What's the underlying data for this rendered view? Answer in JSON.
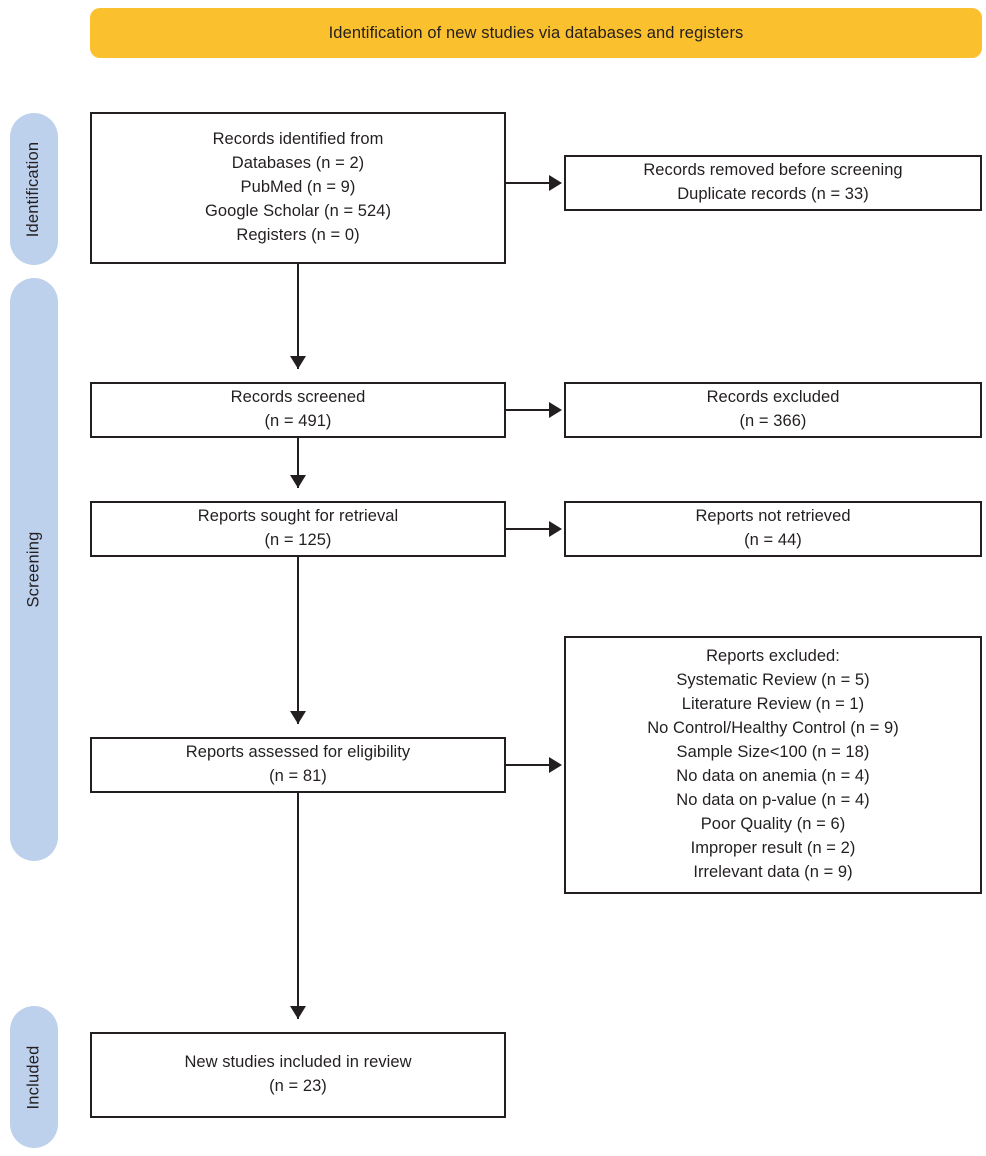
{
  "banner": {
    "title": "Identification of new studies via databases and registers",
    "color": "#FBC02D"
  },
  "stages": {
    "color": "#BDD0EC",
    "identification": "Identification",
    "screening": "Screening",
    "included": "Included"
  },
  "boxes": {
    "identified": {
      "lines": [
        "Records identified from",
        "Databases (n = 2)",
        "PubMed (n = 9)",
        "Google Scholar (n = 524)",
        "Registers (n = 0)"
      ]
    },
    "removed": {
      "lines": [
        "Records removed before screening",
        "Duplicate records (n = 33)"
      ]
    },
    "screened": {
      "lines": [
        "Records screened",
        "(n = 491)"
      ]
    },
    "excluded_records": {
      "lines": [
        "Records excluded",
        "(n = 366)"
      ]
    },
    "sought": {
      "lines": [
        "Reports sought for retrieval",
        "(n = 125)"
      ]
    },
    "not_retrieved": {
      "lines": [
        "Reports not retrieved",
        "(n = 44)"
      ]
    },
    "assessed": {
      "lines": [
        "Reports assessed for eligibility",
        "(n = 81)"
      ]
    },
    "excluded_reports": {
      "lines": [
        "Reports excluded:",
        "Systematic Review (n = 5)",
        "Literature Review (n = 1)",
        "No Control/Healthy Control (n = 9)",
        "Sample Size<100 (n = 18)",
        "No data on anemia (n = 4)",
        "No data on p-value (n = 4)",
        "Poor Quality (n = 6)",
        "Improper result (n = 2)",
        "Irrelevant data (n = 9)"
      ]
    },
    "included": {
      "lines": [
        "New studies included in review",
        "(n = 23)"
      ]
    }
  }
}
